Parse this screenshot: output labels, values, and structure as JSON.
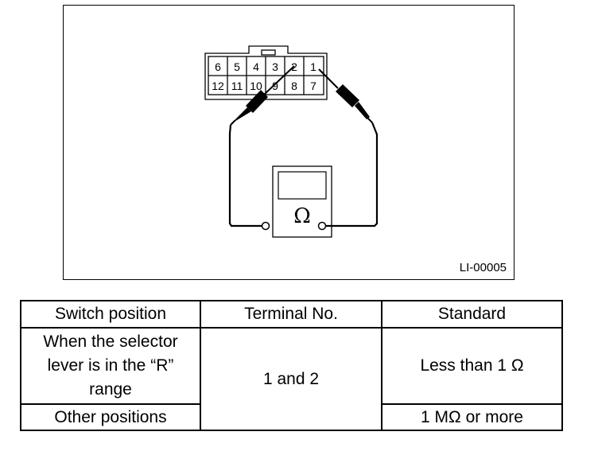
{
  "figure": {
    "connector_pins_top": [
      "6",
      "5",
      "4",
      "3",
      "2",
      "1"
    ],
    "connector_pins_bottom": [
      "12",
      "11",
      "10",
      "9",
      "8",
      "7"
    ],
    "meter_symbol": "Ω",
    "figure_id": "LI-00005"
  },
  "table": {
    "headers": [
      "Switch position",
      "Terminal No.",
      "Standard"
    ],
    "rows": [
      {
        "switch_position": "When the selector lever is in the “R” range",
        "terminal_no": "1 and 2",
        "standard": "Less than 1 Ω"
      },
      {
        "switch_position": "Other positions",
        "standard": "1 MΩ or more"
      }
    ]
  }
}
